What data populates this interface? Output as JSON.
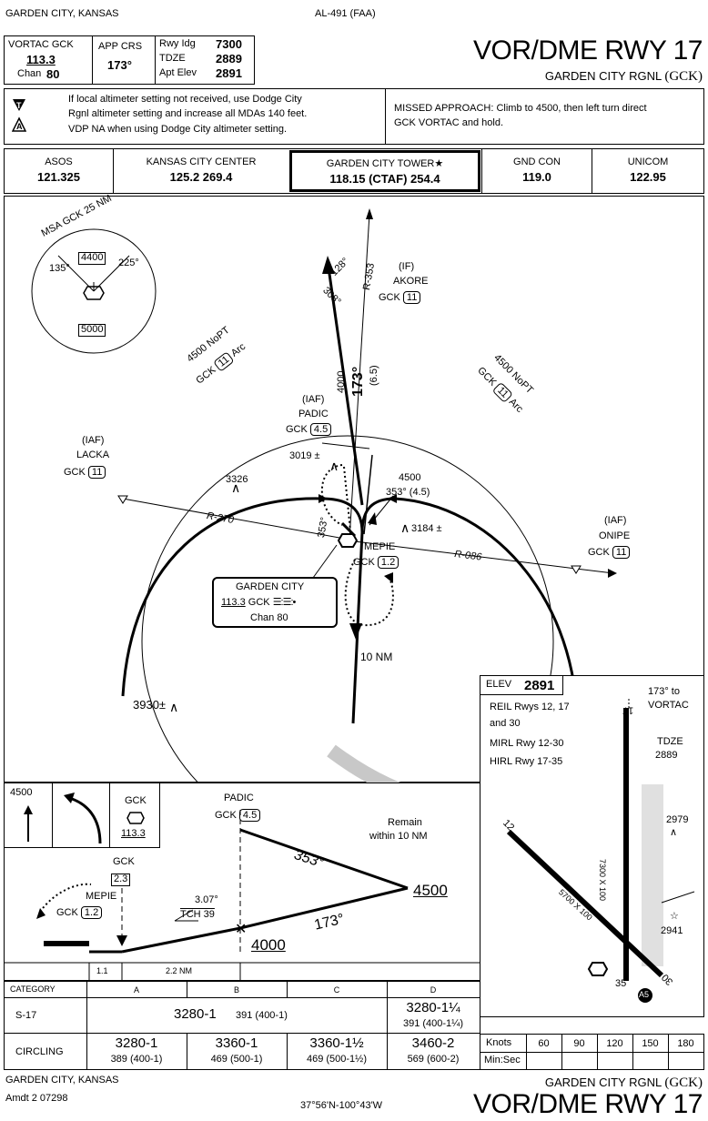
{
  "header": {
    "location": "GARDEN CITY, KANSAS",
    "chart_id": "AL-491 (FAA)",
    "title": "VOR/DME RWY 17",
    "airport": "GARDEN CITY RGNL",
    "airport_id": "(GCK)",
    "vortac_label": "VORTAC GCK",
    "vortac_freq": "113.3",
    "vortac_chan_label": "Chan",
    "vortac_chan": "80",
    "app_crs_label": "APP CRS",
    "app_crs": "173°",
    "rwy_ldg_label": "Rwy Idg",
    "rwy_ldg": "7300",
    "tdze_label": "TDZE",
    "tdze": "2889",
    "apt_elev_label": "Apt Elev",
    "apt_elev": "2891"
  },
  "notes": {
    "line1": "If local altimeter setting not received, use Dodge City",
    "line2": "Rgnl altimeter setting and increase all MDAs 140 feet.",
    "line3": "VDP NA when using Dodge City altimeter setting.",
    "missed1": "MISSED APPROACH: Climb to 4500, then left turn direct",
    "missed2": "GCK VORTAC and hold."
  },
  "comms": [
    {
      "name": "ASOS",
      "freq": "121.325"
    },
    {
      "name": "KANSAS CITY CENTER",
      "freq": "125.2  269.4"
    },
    {
      "name": "GARDEN CITY TOWER★",
      "freq": "118.15 (CTAF)  254.4"
    },
    {
      "name": "GND CON",
      "freq": "119.0"
    },
    {
      "name": "UNICOM",
      "freq": "122.95"
    }
  ],
  "plan": {
    "msa_title": "MSA GCK 25 NM",
    "msa_135": "135°",
    "msa_225": "225°",
    "msa_4400": "4400",
    "msa_5000": "5000",
    "akore_if": "(IF)",
    "akore": "AKORE",
    "akore_gck": "GCK",
    "akore_dme": "11",
    "r353": "R-353",
    "c128": "128°",
    "c308": "308°",
    "arc_left": "4500 NoPT",
    "arc_left2": "GCK",
    "arc_left_dme": "11",
    "arc_word": "Arc",
    "arc_right": "4500 NoPT",
    "arc_right2": "GCK",
    "arc_right_dme": "11",
    "alt4000": "4000",
    "crs173": "173°",
    "dist65": "(6.5)",
    "padic_iaf": "(IAF)",
    "padic": "PADIC",
    "padic_gck": "GCK",
    "padic_dme": "4.5",
    "lacka_iaf": "(IAF)",
    "lacka": "LACKA",
    "lacka_gck": "GCK",
    "lacka_dme": "11",
    "obs3019": "3019",
    "obs3326": "3326",
    "hold4500": "4500",
    "hold353": "353° (4.5)",
    "obs3184": "3184",
    "r270": "R-270",
    "r086": "R-086",
    "c353": "353°",
    "mepie": "MEPIE",
    "mepie_gck": "GCK",
    "mepie_dme": "1.2",
    "onipe_iaf": "(IAF)",
    "onipe": "ONIPE",
    "onipe_gck": "GCK",
    "onipe_dme": "11",
    "nav_name": "GARDEN CITY",
    "nav_freq": "113.3",
    "nav_id": "GCK",
    "nav_chan": "Chan 80",
    "ring": "10 NM",
    "obs3930": "3930"
  },
  "airport_diagram": {
    "elev_label": "ELEV",
    "elev": "2891",
    "vortac_note1": "173° to",
    "vortac_note2": "VORTAC",
    "reil1": "REIL Rwys 12, 17",
    "reil2": "and 30",
    "mirl": "MIRL Rwy 12-30",
    "hirl": "HIRL Rwy 17-35",
    "tdze_label": "TDZE",
    "tdze": "2889",
    "rwy17": "17",
    "rwy35": "35",
    "rwy12": "12",
    "rwy30": "30",
    "dim1": "7300 X 100",
    "dim2": "5700 X 100",
    "obs2979": "2979",
    "obs2941": "2941",
    "a5": "A5"
  },
  "profile": {
    "alt4500": "4500",
    "gck": "GCK",
    "gck_freq": "113.3",
    "padic": "PADIC",
    "padic_gck": "GCK",
    "padic_dme": "4.5",
    "remain1": "Remain",
    "remain2": "within 10 NM",
    "crs353": "353°",
    "alt_hold": "4500",
    "gck2": "GCK",
    "gck2_dme": "2.3",
    "gpa": "3.07°",
    "tch": "TCH 39",
    "crs173": "173°",
    "mepie": "MEPIE",
    "mepie_gck": "GCK",
    "mepie_dme": "1.2",
    "alt4000": "4000",
    "d1": "1.1",
    "d2": "2.2 NM"
  },
  "minimums": {
    "category_label": "CATEGORY",
    "cats": [
      "A",
      "B",
      "C",
      "D"
    ],
    "s17_label": "S-17",
    "s17_abc": "3280-1",
    "s17_abc_sub": "391 (400-1)",
    "s17_d": "3280-1¼",
    "s17_d_sub": "391 (400-1¼)",
    "circ_label": "CIRCLING",
    "circ": [
      {
        "main": "3280-1",
        "sub": "389 (400-1)"
      },
      {
        "main": "3360-1",
        "sub": "469 (500-1)"
      },
      {
        "main": "3360-1½",
        "sub": "469 (500-1½)"
      },
      {
        "main": "3460-2",
        "sub": "569 (600-2)"
      }
    ]
  },
  "timing": {
    "knots_label": "Knots",
    "knots": [
      "60",
      "90",
      "120",
      "150",
      "180"
    ],
    "minsec_label": "Min:Sec"
  },
  "footer": {
    "location": "GARDEN CITY, KANSAS",
    "amdt": "Amdt 2  07298",
    "coords": "37°56'N-100°43'W",
    "airport": "GARDEN CITY RGNL",
    "airport_id": "(GCK)",
    "title": "VOR/DME RWY 17"
  }
}
